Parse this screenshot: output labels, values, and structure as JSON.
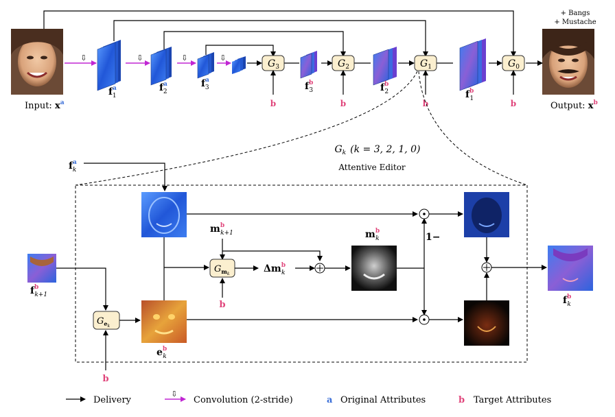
{
  "colors": {
    "attr_a": "#3b6fd8",
    "attr_b": "#e0457b",
    "conv_arrow": "#c026d3",
    "node_fill": "#fbefcf",
    "node_stroke": "#333333",
    "feat_blue": "#2d6fe8",
    "feat_orange": "#e08a2a",
    "mask_dark": "#1a1a1a"
  },
  "top": {
    "input_label": "Input: ",
    "input_var": "x",
    "input_sup": "a",
    "output_label": "Output: ",
    "output_var": "x",
    "output_sup": "b",
    "edits": [
      "+ Bangs",
      "+ Mustache"
    ],
    "features": [
      {
        "var": "f",
        "sub": "1",
        "sup": "a"
      },
      {
        "var": "f",
        "sub": "2",
        "sup": "a"
      },
      {
        "var": "f",
        "sub": "3",
        "sup": "a"
      },
      {
        "var": "f",
        "sub": "3",
        "sup": "b"
      },
      {
        "var": "f",
        "sub": "2",
        "sup": "b"
      },
      {
        "var": "f",
        "sub": "1",
        "sup": "b"
      }
    ],
    "generators": [
      {
        "var": "G",
        "sub": "3"
      },
      {
        "var": "G",
        "sub": "2"
      },
      {
        "var": "G",
        "sub": "1"
      },
      {
        "var": "G",
        "sub": "0"
      }
    ],
    "target_attr": "b"
  },
  "editor": {
    "formula": "G",
    "formula_sub": "k",
    "formula_rest": "(k = 3, 2, 1, 0)",
    "title": "Attentive Editor",
    "f_in": {
      "var": "f",
      "sub": "k",
      "sup": "a"
    },
    "f_prev": {
      "var": "f",
      "sub": "k+1",
      "sup": "b"
    },
    "m_prev": {
      "var": "m",
      "sub": "k+1",
      "sup": "b"
    },
    "m_k": {
      "var": "m",
      "sub": "k",
      "sup": "b"
    },
    "delta_m": {
      "var": "Δm",
      "sub": "k",
      "sup": "b"
    },
    "e_k": {
      "var": "e",
      "sub": "k",
      "sup": "b"
    },
    "f_out": {
      "var": "f",
      "sub": "k",
      "sup": "b"
    },
    "g_m": {
      "var": "G",
      "sub": "m",
      "subsub": "k"
    },
    "g_e": {
      "var": "G",
      "sub": "e",
      "subsub": "k"
    },
    "one_minus": "1−",
    "target_attr": "b"
  },
  "legend": {
    "delivery": "Delivery",
    "convolution": "Convolution (2-stride)",
    "original_glyph": "a",
    "original": "Original Attributes",
    "target_glyph": "b",
    "target": "Target Attributes"
  }
}
